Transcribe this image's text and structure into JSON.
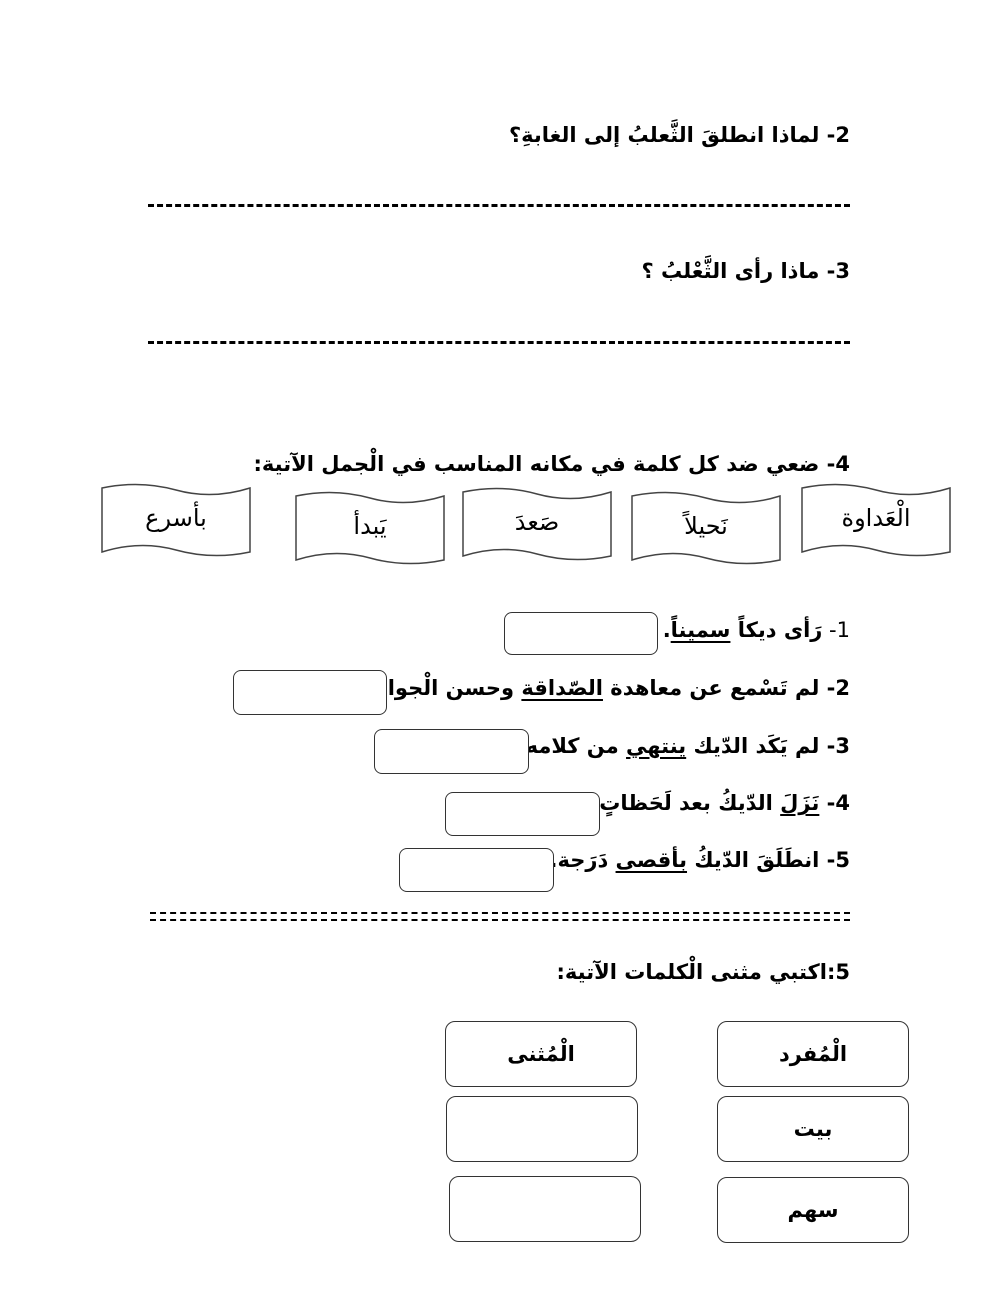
{
  "questions": {
    "q2": "2- لماذا انطلقَ الثَّعلبُ إلى الغابةِ؟",
    "q3": "3- ماذا رأى الثَّعْلبُ ؟",
    "q4": "4- ضعي ضد كل كلمة في مكانه المناسب في الْجمل الآتية:",
    "q5": "5:اكتبي مثنى  الْكلمات الآتية:"
  },
  "word_bank": [
    "الْعَداوة",
    "نَحيلاً",
    "صَعدَ",
    "يَبدأ",
    "بأسرع"
  ],
  "sentences": [
    {
      "num": "1- ",
      "before": "رَأى ديكاً ",
      "underlined": "سميناً",
      "after": "."
    },
    {
      "num": "2- ",
      "before": "لم تَسْمع عن معاهدة ",
      "underlined": "الصّداقة",
      "after": " وحسن الْجوار."
    },
    {
      "num": "3- ",
      "before": "لم يَكَد الدّيك ",
      "underlined": "ينتهي",
      "after": " من كلامه."
    },
    {
      "num": "4- ",
      "before": "",
      "underlined": "نَزَلَ",
      "after": " الدّيكُ بعد لَحَظاتٍ."
    },
    {
      "num": "5- ",
      "before": "انطَلَقَ الدّيكُ ",
      "underlined": "بأقصى",
      "after": " دَرَجة."
    }
  ],
  "table": {
    "header_singular": "الْمُفرد",
    "header_dual": "الْمُثنى",
    "rows": [
      {
        "singular": "بيت",
        "dual": ""
      },
      {
        "singular": "سهم",
        "dual": ""
      }
    ]
  }
}
